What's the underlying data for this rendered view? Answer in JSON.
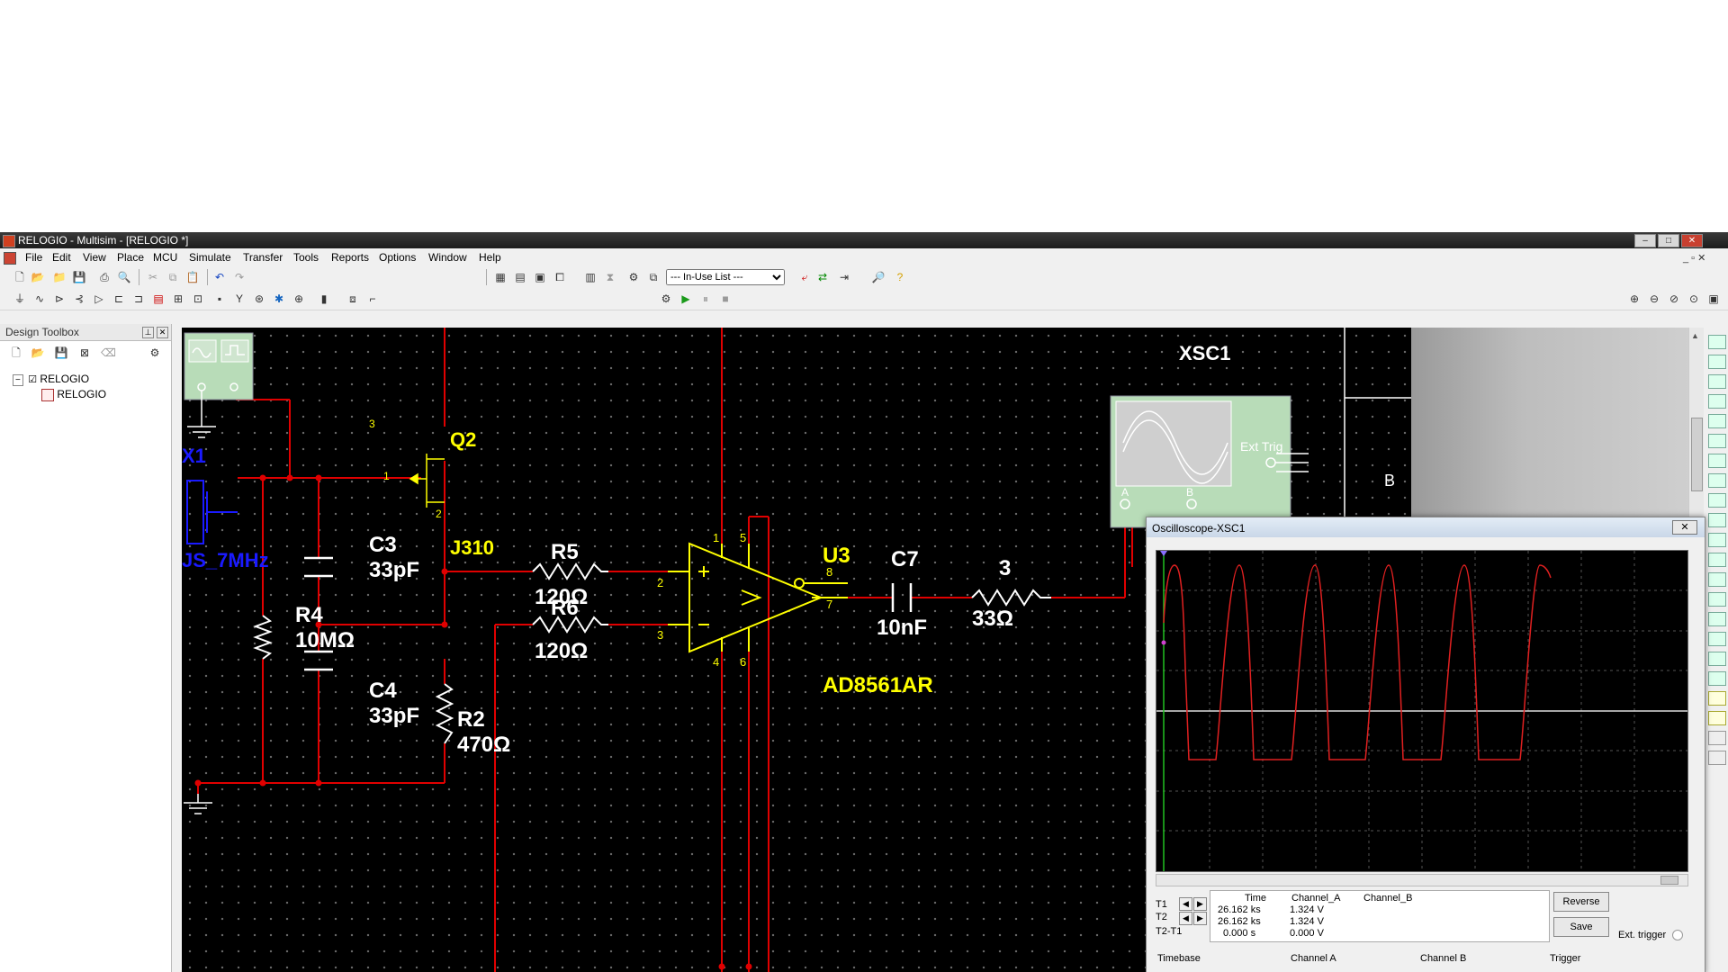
{
  "window": {
    "title": "RELOGIO - Multisim - [RELOGIO *]"
  },
  "menu": [
    "File",
    "Edit",
    "View",
    "Place",
    "MCU",
    "Simulate",
    "Transfer",
    "Tools",
    "Reports",
    "Options",
    "Window",
    "Help"
  ],
  "toolbar": {
    "in_use_list": "--- In-Use List ---"
  },
  "design_toolbox": {
    "title": "Design Toolbox",
    "tree_root": "RELOGIO",
    "tree_child": "RELOGIO"
  },
  "schematic": {
    "labels": {
      "xsc1": "XSC1",
      "q2": "Q2",
      "j310": "J310",
      "x1": "X1",
      "crystal": "JS_7MHz",
      "c3": "C3",
      "c3v": "33pF",
      "c4": "C4",
      "c4v": "33pF",
      "r4": "R4",
      "r4v": "10MΩ",
      "r2": "R2",
      "r2v": "470Ω",
      "r5": "R5",
      "r5v": "120Ω",
      "r6": "R6",
      "r6v": "120Ω",
      "u3": "U3",
      "u3part": "AD8561AR",
      "c7": "C7",
      "c7v": "10nF",
      "r3": "3",
      "r3v": "33Ω",
      "ext_trig": "Ext Trig",
      "a": "A",
      "b": "B",
      "b_side": "B",
      "pin1": "1",
      "pin2": "2",
      "pin3": "3",
      "u_pin1": "1",
      "u_pin2": "2",
      "u_pin3": "3",
      "u_pin4": "4",
      "u_pin5": "5",
      "u_pin6": "6",
      "u_pin7": "7",
      "u_pin8": "8"
    }
  },
  "oscilloscope": {
    "title": "Oscilloscope-XSC1",
    "headers": {
      "time": "Time",
      "cha": "Channel_A",
      "chb": "Channel_B"
    },
    "rows": [
      {
        "label": "T1",
        "time": "26.162 ks",
        "cha": "1.324 V"
      },
      {
        "label": "T2",
        "time": "26.162 ks",
        "cha": "1.324 V"
      },
      {
        "label": "T2-T1",
        "time": "0.000 s",
        "cha": "0.000 V"
      }
    ],
    "buttons": {
      "reverse": "Reverse",
      "save": "Save"
    },
    "ext_trigger": "Ext. trigger",
    "sections": {
      "timebase": "Timebase",
      "channel_a": "Channel A",
      "channel_b": "Channel B",
      "trigger": "Trigger"
    }
  },
  "colors": {
    "wire": "#e00000",
    "component": "#ffff00",
    "crystal": "#1a1aff",
    "trace": "#e02020",
    "text": "#ffffff"
  }
}
